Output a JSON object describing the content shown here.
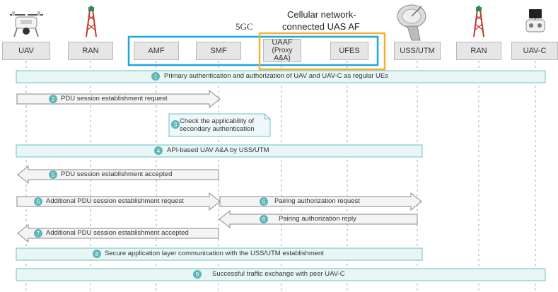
{
  "header": {
    "core_label": "5GC",
    "af_label_line1": "Cellular network-",
    "af_label_line2": "connected UAS AF"
  },
  "entities": [
    {
      "id": "uav",
      "label": "UAV",
      "icon": "drone-icon"
    },
    {
      "id": "ran1",
      "label": "RAN",
      "icon": "cell-tower-icon"
    },
    {
      "id": "amf",
      "label": "AMF",
      "icon": ""
    },
    {
      "id": "smf",
      "label": "SMF",
      "icon": ""
    },
    {
      "id": "uaaf",
      "label": "UAAF",
      "sublabel": "(Proxy A&A)",
      "icon": ""
    },
    {
      "id": "ufes",
      "label": "UFES",
      "icon": ""
    },
    {
      "id": "uss",
      "label": "USS/UTM",
      "icon": "satellite-dish-icon"
    },
    {
      "id": "ran2",
      "label": "RAN",
      "icon": "cell-tower-icon"
    },
    {
      "id": "uavc",
      "label": "UAV-C",
      "icon": "remote-controller-icon"
    }
  ],
  "steps": [
    {
      "num": "1",
      "text": "Primary authentication and authorization of UAV and UAV-C as regular UEs"
    },
    {
      "num": "2",
      "text": "PDU session establishment request"
    },
    {
      "num": "3",
      "text": "Check the applicability of",
      "text2": "secondary authentication"
    },
    {
      "num": "4",
      "text": "API-based UAV A&A by USS/UTM"
    },
    {
      "num": "5",
      "text": "PDU session establishment accepted"
    },
    {
      "num": "6",
      "text": "Additional PDU session establishment request"
    },
    {
      "num": "6",
      "text": "Pairing authorization request"
    },
    {
      "num": "6",
      "text": "Pairing authorization reply"
    },
    {
      "num": "7",
      "text": "Additional PDU session establishment accepted"
    },
    {
      "num": "8",
      "text": "Secure application layer communication with the USS/UTM establishment"
    },
    {
      "num": "9",
      "text": "Successful traffic exchange with peer UAV-C"
    }
  ],
  "colors": {
    "band_fill": "#e8f6f6",
    "band_border": "#6ec2c2",
    "arrow_fill": "#f4f4f4",
    "arrow_border": "#888888",
    "core_border": "#1aa7e0",
    "af_border": "#f2b134",
    "badge": "#5fb5b5"
  }
}
